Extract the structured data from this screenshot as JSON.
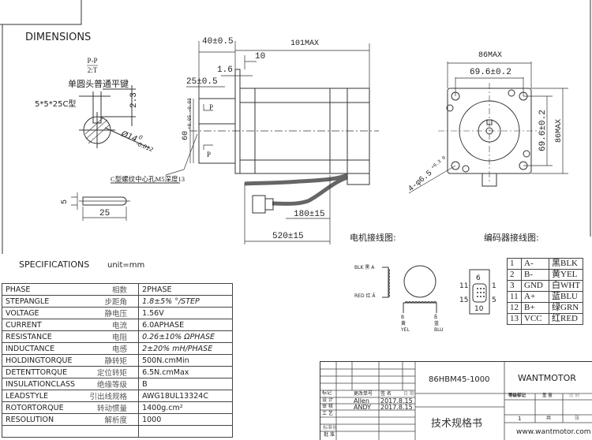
{
  "drawing": {
    "heading": "DIMENSIONS",
    "section_label_top": "P-P",
    "section_label_bottom": "2:T",
    "key_type": "单圆头普通平键",
    "key_spec": "5*5*25C型",
    "key_depth": "2.3",
    "shaft_diameter": "Ø14",
    "shaft_tol_upper": "0",
    "shaft_tol_lower": "-0.012",
    "center_hole": "C型螺纹中心孔M5深度13",
    "key_width": "5",
    "key_length": "25",
    "dim_40": "40±0.5",
    "dim_101": "101MAX",
    "dim_10": "10",
    "dim_1_6": "1.6",
    "dim_25": "25±0.5",
    "dim_60": "60",
    "dim_60_tol": "+0.05 -0.03",
    "section_mark": "P",
    "dim_180": "180±15",
    "dim_520": "520±15",
    "front_86_h": "86MAX",
    "front_69_h": "69.6±0.2",
    "front_69_v": "69.6±0.2",
    "front_86_v": "86MAX",
    "hole_spec": "4-φ6.5",
    "hole_tol": "+0.3 0"
  },
  "specifications": {
    "title": "SPECIFICATIONS",
    "unit": "unit=mm",
    "rows": [
      {
        "en": "PHASE",
        "cn": "相数",
        "value": "2PHASE"
      },
      {
        "en": "STEPANGLE",
        "cn": "步距角",
        "value": "1.8±5% °/STEP"
      },
      {
        "en": "VOLTAGE",
        "cn": "静电压",
        "value": "1.56V"
      },
      {
        "en": "CURRENT",
        "cn": "电流",
        "value": "6.0APHASE"
      },
      {
        "en": "RESISTANCE",
        "cn": "电阻",
        "value": "0.26±10%  ΩPHASE"
      },
      {
        "en": "INDUCTANCE",
        "cn": "电感",
        "value": "2±20% mH/PHASE"
      },
      {
        "en": "HOLDINGTORQUE",
        "cn": "静转矩",
        "value": "500N.cmMin"
      },
      {
        "en": "DETENTTORQUE",
        "cn": "定位转矩",
        "value": "6.5N.cmMax"
      },
      {
        "en": "INSULATIONCLASS",
        "cn": "绝缘等级",
        "value": "B"
      },
      {
        "en": "LEADSTYLE",
        "cn": "引出线规格",
        "value": "AWG18UL13324C"
      },
      {
        "en": "ROTORTORQUE",
        "cn": "转动惯量",
        "value": "1400g.cm²"
      },
      {
        "en": "RESOLUTION",
        "cn": "解析度",
        "value": "1000"
      }
    ]
  },
  "motor_wiring": {
    "title": "电机接线图:",
    "a_label": "BLK 黑 A",
    "a_bar_label": "RED 红 Ā",
    "b_label": "B",
    "b_cn": "黄",
    "b_color": "YEL",
    "b_bar_label": "B̄",
    "b_bar_cn": "蓝",
    "b_bar_color": "BLU"
  },
  "encoder_wiring": {
    "title": "编码器接线图:",
    "connector_pins": {
      "top": "6",
      "left_top": "11",
      "right_top": "1",
      "left_bottom": "15",
      "right_bottom": "5",
      "bottom": "10"
    },
    "pins": [
      {
        "pin": "1",
        "signal": "A-",
        "color": "黑BLK"
      },
      {
        "pin": "2",
        "signal": "B-",
        "color": "黄YEL"
      },
      {
        "pin": "3",
        "signal": "GND",
        "color": "白WHT"
      },
      {
        "pin": "11",
        "signal": "A+",
        "color": "蓝BLU"
      },
      {
        "pin": "12",
        "signal": "B+",
        "color": "绿GRN"
      },
      {
        "pin": "13",
        "signal": "VCC",
        "color": "红RED"
      }
    ]
  },
  "title_block": {
    "model": "86HBM45-1000",
    "company": "WANTMOTOR",
    "doc_type": "技术规格书",
    "website": "www.wantmotor.com",
    "mark_label": "标记",
    "change_no_label": "更改单号",
    "sign_label": "签 名",
    "date_label": "日 期",
    "design_label": "设 计",
    "designer": "Allen",
    "design_date": "2017.8.15",
    "review_label": "审 核",
    "reviewer": "ANDY",
    "review_date": "2017.8.15",
    "process_label": "工 艺",
    "standard_label": "标准化",
    "approve_label": "批 准",
    "grade_label": "等级标记",
    "weight_label": "重 量",
    "scale_label": "比 例",
    "sheet_no": "1",
    "total_label": "共",
    "sheet_label": "张"
  }
}
